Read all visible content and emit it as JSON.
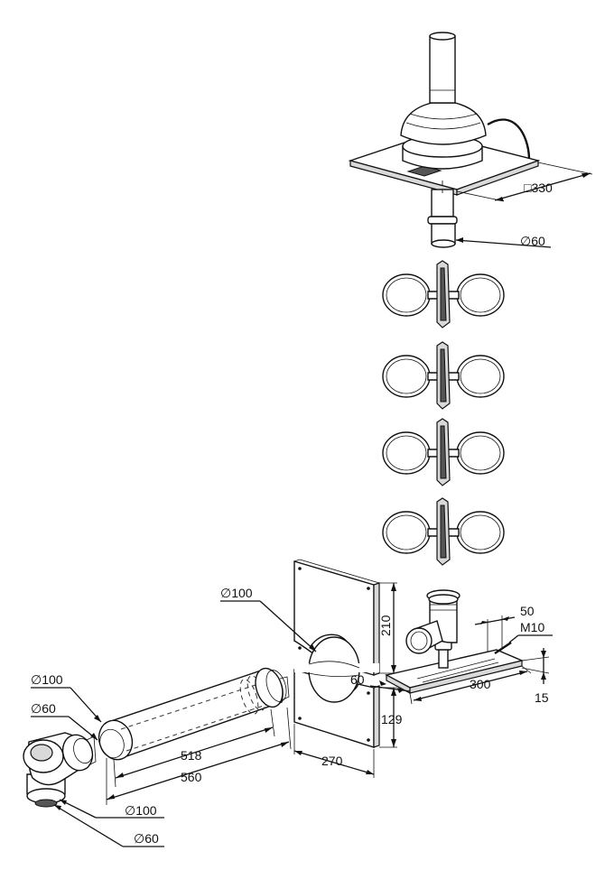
{
  "dimensions": {
    "flashing_square": "330",
    "pipe_top_diameter": "60",
    "plate_length": "210",
    "plate_width": "270",
    "plate_hole_diameter": "100",
    "plate_lower": "129",
    "rail_length": "300",
    "rail_height": "15",
    "rail_bolt": "M10",
    "rail_offset": "50",
    "rail_depth": "60",
    "duct_inner_length": "518",
    "duct_outer_length": "560",
    "elbow_outer_diameter_top": "100",
    "elbow_inner_diameter_top": "60",
    "elbow_outer_diameter_bottom": "100",
    "elbow_inner_diameter_bottom": "60"
  },
  "symbols": {
    "diameter": "∅",
    "square": "□"
  },
  "icons": {
    "roof_terminal": "roof-terminal-icon",
    "pipe_clip": "pipe-clip-icon",
    "wall_plate": "wall-plate-icon",
    "mounting_rail": "mounting-rail-icon",
    "coaxial_duct": "coaxial-duct-icon",
    "elbow": "elbow-icon"
  }
}
